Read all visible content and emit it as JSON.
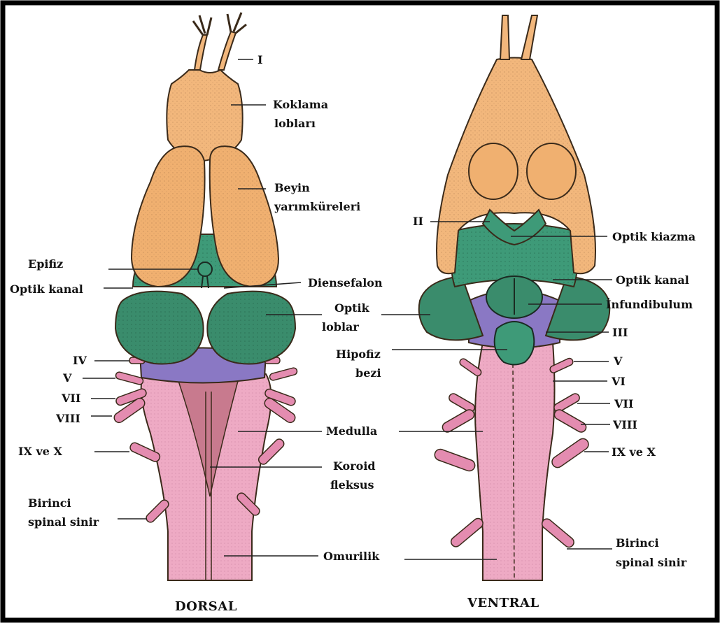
{
  "colors": {
    "olfactory": "#f2b77c",
    "hemisphere": "#f0b070",
    "diencephalon": "#3e9a78",
    "optic_lobe": "#3a8c6c",
    "cerebellum": "#8a78c4",
    "medulla": "#eeaac4",
    "nerve": "#e48cb0",
    "border": "#000000"
  },
  "dorsal": {
    "caption": "DORSAL",
    "labels": {
      "I": "I",
      "koklama_1": "Koklama",
      "koklama_2": "lobları",
      "beyin_1": "Beyin",
      "beyin_2": "yarımküreleri",
      "epifiz": "Epifiz",
      "optik_kanal": "Optik kanal",
      "diensefalon": "Diensefalon",
      "optik_lob_1": "Optik",
      "optik_lob_2": "loblar",
      "iv": "IV",
      "v": "V",
      "vii": "VII",
      "viii": "VIII",
      "ix_x": "IX ve X",
      "medulla": "Medulla",
      "koroid_1": "Koroid",
      "koroid_2": "fleksus",
      "birinci_1": "Birinci",
      "birinci_2": "spinal sinir",
      "omurilik": "Omurilik"
    }
  },
  "ventral": {
    "caption": "VENTRAL",
    "labels": {
      "ii": "II",
      "optik_kiazma": "Optik kiazma",
      "optik_kanal": "Optik kanal",
      "infundibulum": "İnfundibulum",
      "iii": "III",
      "hipofiz_1": "Hipofiz",
      "hipofiz_2": "bezi",
      "v": "V",
      "vi": "VI",
      "vii": "VII",
      "viii": "VIII",
      "ix_x": "IX ve X",
      "birinci_1": "Birinci",
      "birinci_2": "spinal sinir"
    }
  }
}
